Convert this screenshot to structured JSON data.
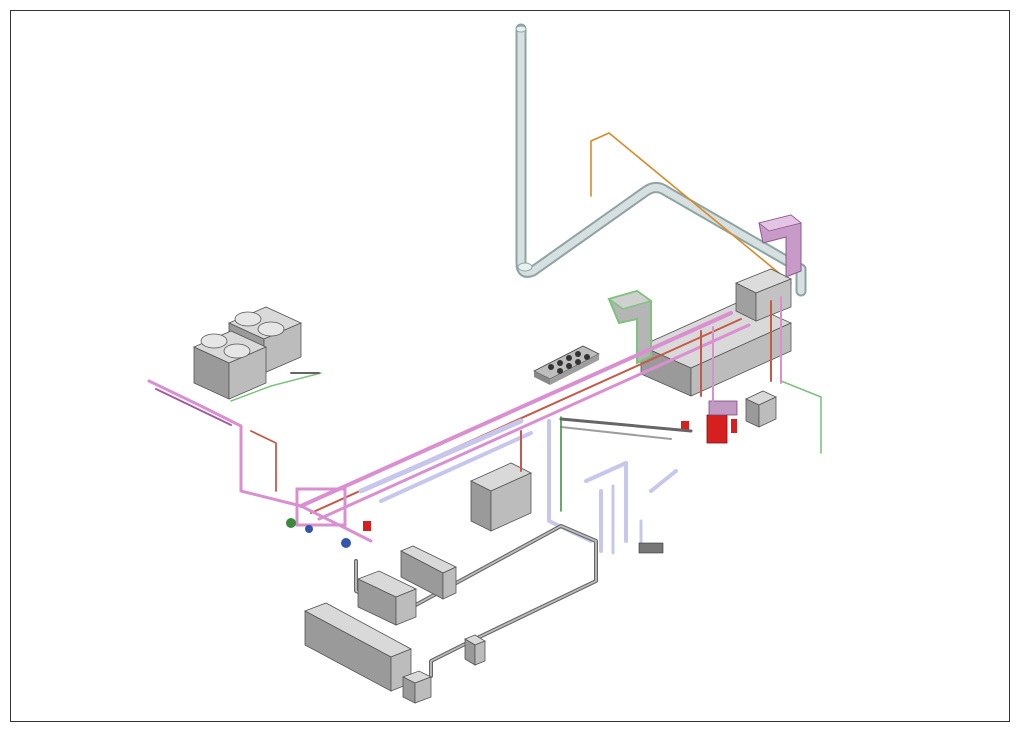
{
  "drawing": {
    "kind": "isometric MEP plant room piping model",
    "colors": {
      "frame": "#333333",
      "equipment_top": "#d9d9d9",
      "equipment_left": "#9a9a9a",
      "equipment_right": "#bcbcbc",
      "equipment_edge": "#555555",
      "duct_silver": "#c9d4d4",
      "pipe_pink": "#d98fd0",
      "pipe_pink_dark": "#a35aa0",
      "pipe_red": "#c65a4a",
      "pipe_lavender": "#c7c7ee",
      "pipe_dark": "#666666",
      "line_orange": "#d98a2a",
      "line_green": "#7ec27e",
      "valve_red": "#d62020",
      "valve_blue": "#3355aa",
      "valve_green": "#3a8a3a"
    },
    "components": [
      "cooling-tower-cluster",
      "chiller-main",
      "pump-set",
      "switchboard-panels",
      "vertical-flue-duct",
      "air-handling-unit",
      "storage-tank-rack"
    ]
  }
}
